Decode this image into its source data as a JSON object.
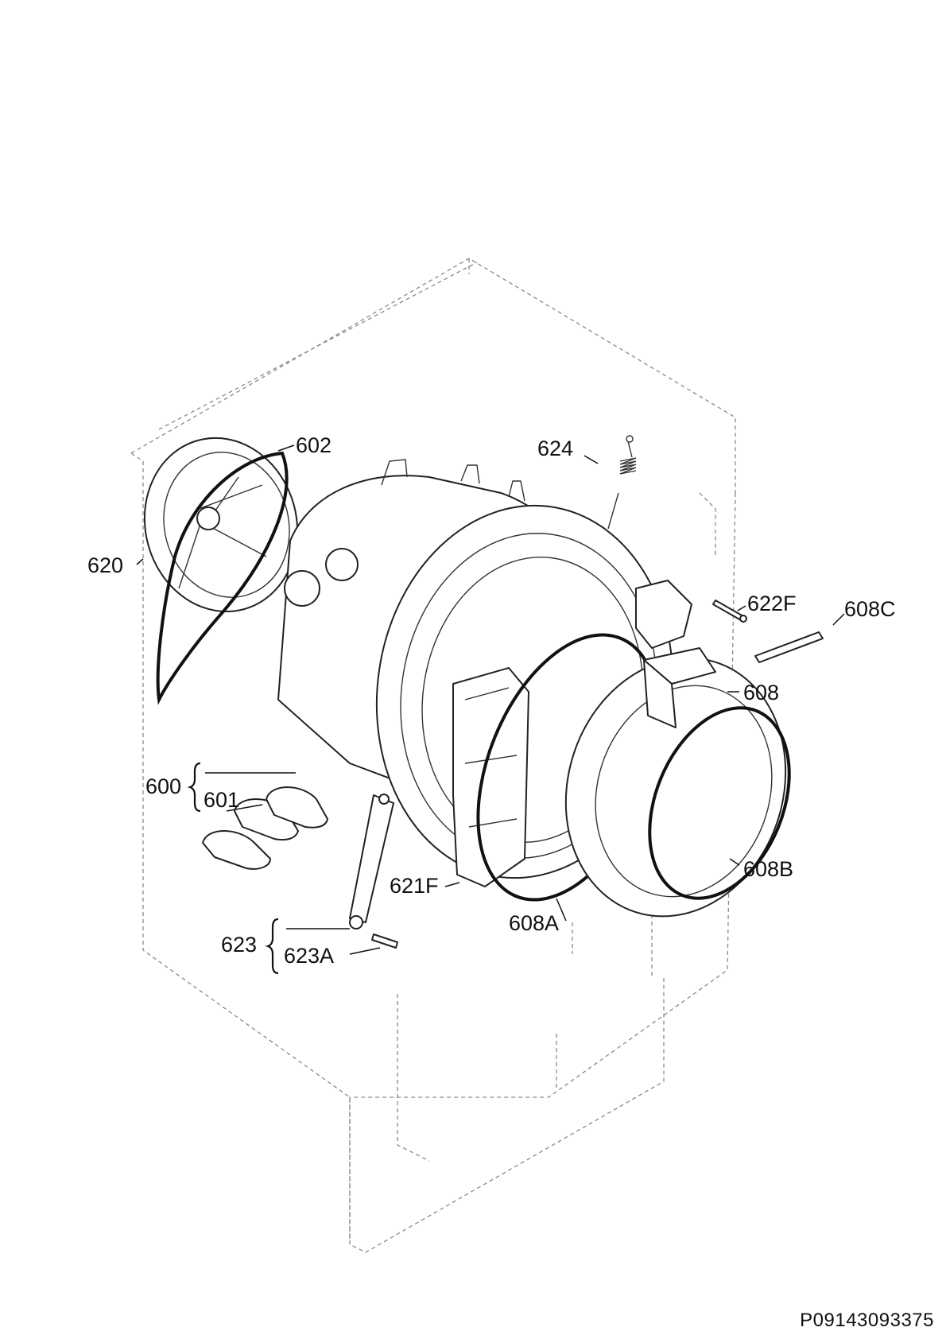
{
  "figure": {
    "reference_code": "P09143093375"
  },
  "callouts": {
    "c602": "602",
    "c620": "620",
    "c624": "624",
    "c622F": "622F",
    "c608C": "608C",
    "c608": "608",
    "c600": "600",
    "c601": "601",
    "c608B": "608B",
    "c621F": "621F",
    "c608A": "608A",
    "c623": "623",
    "c623A": "623A"
  }
}
